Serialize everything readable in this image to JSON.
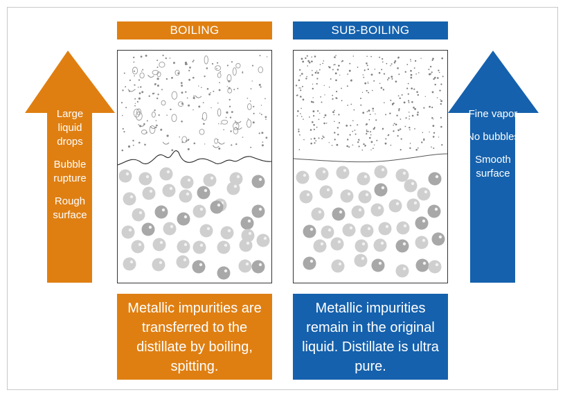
{
  "boiling": {
    "header": "BOILING",
    "arrow_labels": [
      "Large liquid drops",
      "Bubble rupture",
      "Rough surface"
    ],
    "description": "Metallic impurities are transferred to the distillate by boiling, spitting.",
    "color": "#df7f12"
  },
  "sub_boiling": {
    "header": "SUB-BOILING",
    "arrow_labels": [
      "Fine vapor",
      "No bubbles",
      "Smooth surface"
    ],
    "description": "Metallic impurities remain in the original liquid. Distillate is ultra pure.",
    "color": "#1561ad"
  }
}
